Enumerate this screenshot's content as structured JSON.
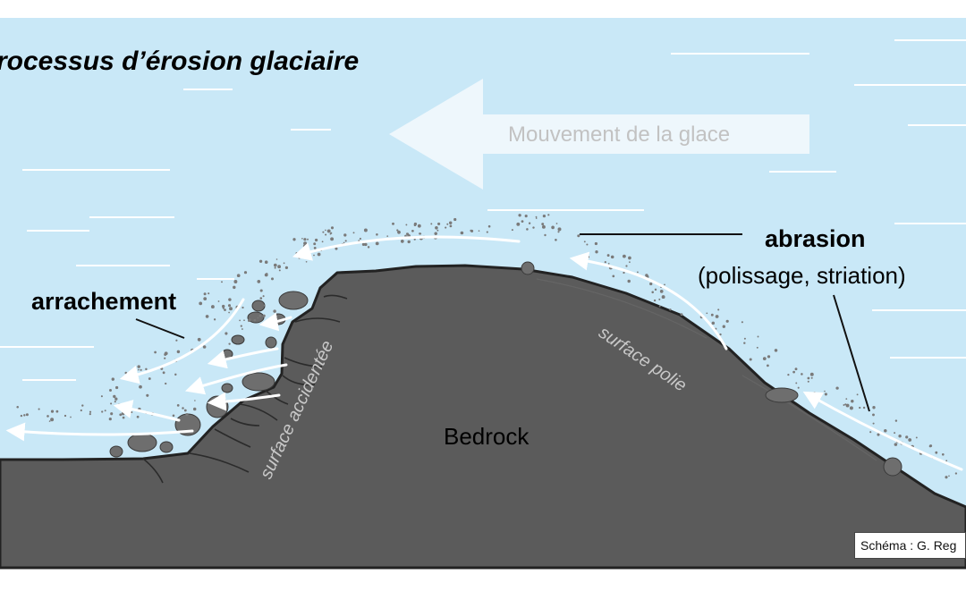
{
  "diagram": {
    "title": "rocessus d’érosion glaciaire",
    "ice_movement_label": "Mouvement de la glace",
    "abrasion_label": "abrasion",
    "abrasion_detail": "(polissage, striation)",
    "plucking_label": "arrachement",
    "bedrock_label": "Bedrock",
    "rough_surface_label": "surface accidentée",
    "polished_surface_label": "surface polie",
    "credit": "Schéma : G. Reg"
  },
  "colors": {
    "ice": "#c9e8f7",
    "bedrock": "#5b5b5b",
    "rock_fragment": "#6e6e6e",
    "flow_arrow": "#ffffff",
    "faint_text": "#cfcfcf"
  }
}
